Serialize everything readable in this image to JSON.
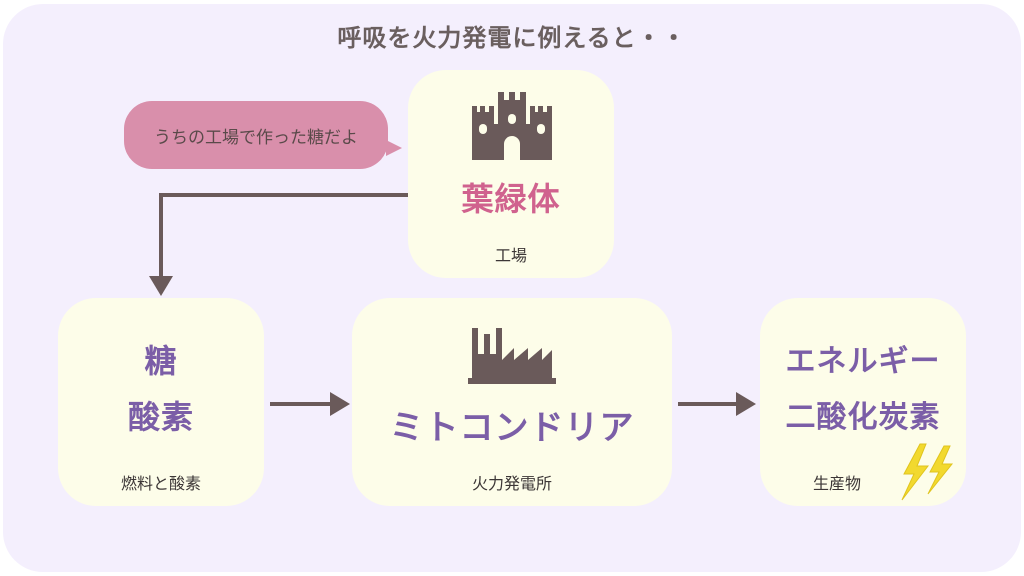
{
  "title": "呼吸を火力発電に例えると・・",
  "bubble": {
    "text": "うちの工場で作った糖だよ"
  },
  "chloroplast": {
    "name": "葉緑体",
    "sub": "工場",
    "icon": "castle-icon"
  },
  "inputs": {
    "line1": "糖",
    "line2": "酸素",
    "sub": "燃料と酸素"
  },
  "mitochondria": {
    "name": "ミトコンドリア",
    "sub": "火力発電所",
    "icon": "factory-icon"
  },
  "outputs": {
    "line1": "エネルギー",
    "line2": "二酸化炭素",
    "sub": "生産物",
    "icon": "lightning-icon"
  },
  "colors": {
    "background": "#f4effd",
    "card": "#fdfde9",
    "accent_purple": "#7b5ea7",
    "accent_pink": "#d0628e",
    "bubble": "#d98fab",
    "arrow": "#6a5a5a",
    "icon": "#6a5a5a",
    "lightning": "#f2d92e"
  }
}
